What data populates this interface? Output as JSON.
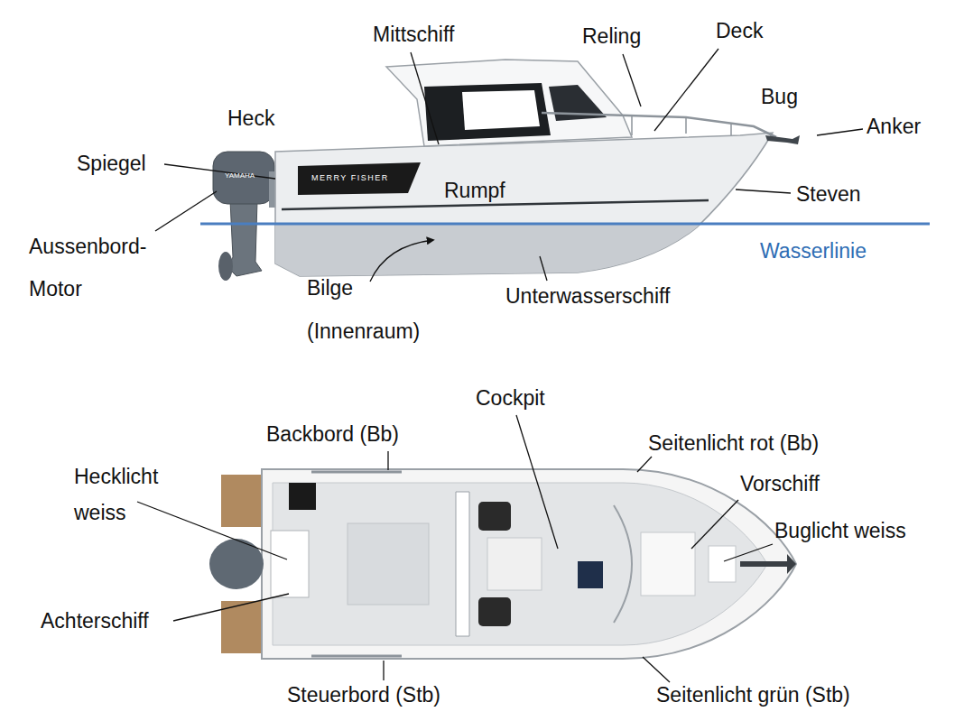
{
  "diagram": {
    "labels": [
      "Mittschiff",
      "Reling",
      "Deck",
      "Bug",
      "Anker",
      "Heck",
      "Spiegel",
      "Rumpf",
      "Steven",
      "Aussenbord- Motor",
      "MERRY FISHER",
      "YAMAHA",
      "Wasserlinie",
      "Bilge (Innenraum)",
      "Unterwasserschiff",
      "Cockpit",
      "Backbord (Bb)",
      "Seitenlicht rot (Bb)",
      "Vorschiff",
      "Hecklicht weiss",
      "Buglicht weiss",
      "Achterschiff",
      "Steuerbord (Stb)",
      "Seitenlicht grün (Stb)"
    ]
  }
}
